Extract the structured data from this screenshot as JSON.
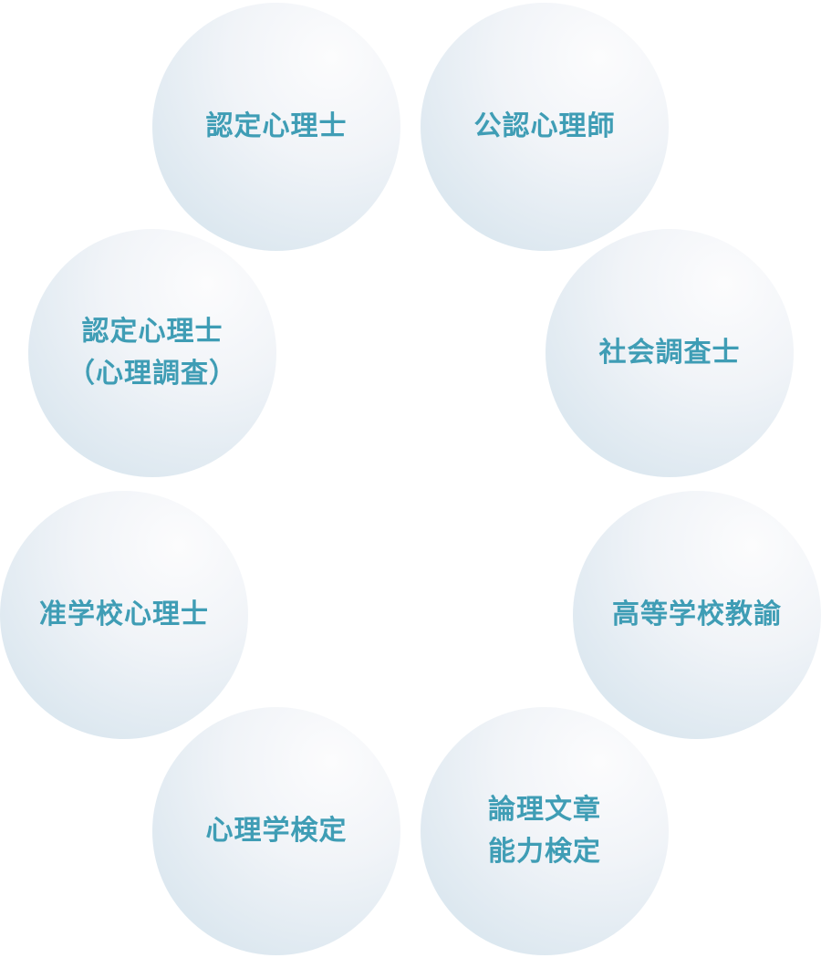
{
  "qualifications": [
    {
      "label": "認定心理士"
    },
    {
      "label": "公認心理師"
    },
    {
      "label": "認定心理士\n（心理調査）"
    },
    {
      "label": "社会調査士"
    },
    {
      "label": "准学校心理士"
    },
    {
      "label": "高等学校教諭"
    },
    {
      "label": "心理学検定"
    },
    {
      "label": "論理文章\n能力検定"
    }
  ],
  "colors": {
    "text": "#3f9db5",
    "circle_light": "#fcfcfd",
    "circle_dark": "#d2e2ec"
  }
}
